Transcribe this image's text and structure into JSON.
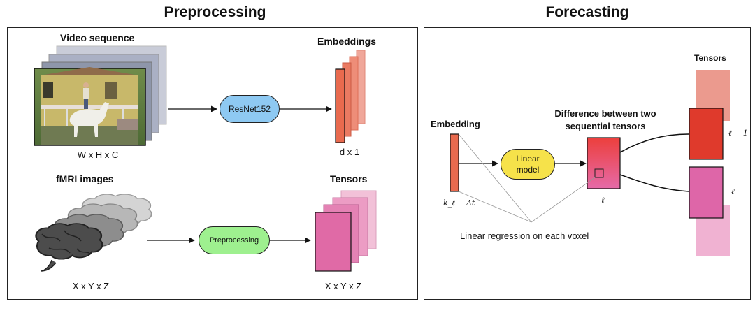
{
  "preprocessing": {
    "title": "Preprocessing",
    "video_label": "Video sequence",
    "video_dims": "W x H x C",
    "resnet_label": "ResNet152",
    "embeddings_label": "Embeddings",
    "embeddings_dims": "d x 1",
    "fmri_label": "fMRI images",
    "fmri_dims": "X x Y x Z",
    "preproc_label": "Preprocessing",
    "tensors_label": "Tensors",
    "tensors_dims": "X x Y x Z"
  },
  "forecasting": {
    "title": "Forecasting",
    "embedding_label": "Embedding",
    "embedding_index": "k_ℓ − Δt",
    "linear_model_label": "Linear model",
    "difference_label": "Difference between two sequential tensors",
    "difference_index": "ℓ",
    "tensors_label": "Tensors",
    "tensor_prev_index": "ℓ − 1",
    "tensor_curr_index": "ℓ",
    "regression_label": "Linear regression on each voxel"
  },
  "colors": {
    "resnet_fill": "#8ec9f2",
    "preproc_fill": "#9ef08f",
    "linear_model_fill": "#f6e24a",
    "embedding_fill": "#e96a4e",
    "tensor_fill": "#e06aa6",
    "tensor_prev_fill": "#df3a2c"
  },
  "icons": [
    "photo-stack",
    "brain-silhouette"
  ]
}
